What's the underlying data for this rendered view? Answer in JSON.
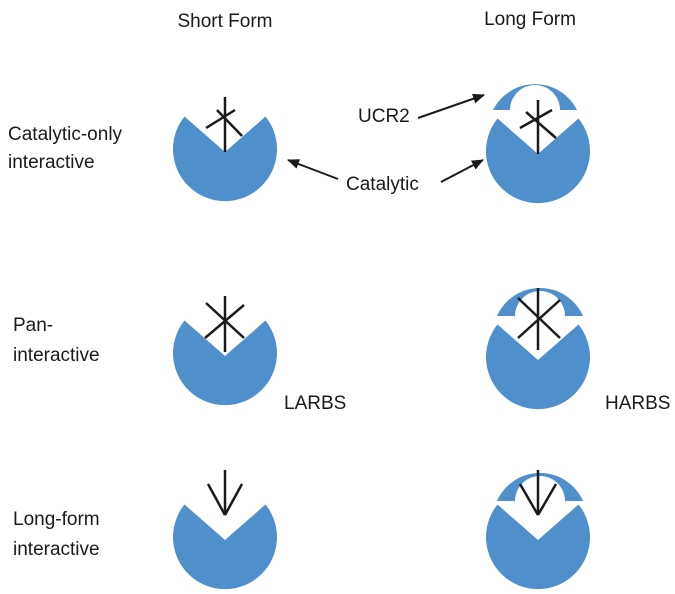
{
  "columns": {
    "short_form": "Short Form",
    "long_form": "Long Form"
  },
  "rows": [
    {
      "line1": "Catalytic-only",
      "line2": "interactive"
    },
    {
      "line1": "Pan-",
      "line2": "interactive"
    },
    {
      "line1": "Long-form",
      "line2": "interactive"
    }
  ],
  "annotations": {
    "ucr2": "UCR2",
    "catalytic": "Catalytic",
    "larbs": "LARBS",
    "harbs": "HARBS"
  },
  "colors": {
    "domain_fill": "#4f8fcb",
    "ligand_stroke": "#1a1a1a"
  }
}
